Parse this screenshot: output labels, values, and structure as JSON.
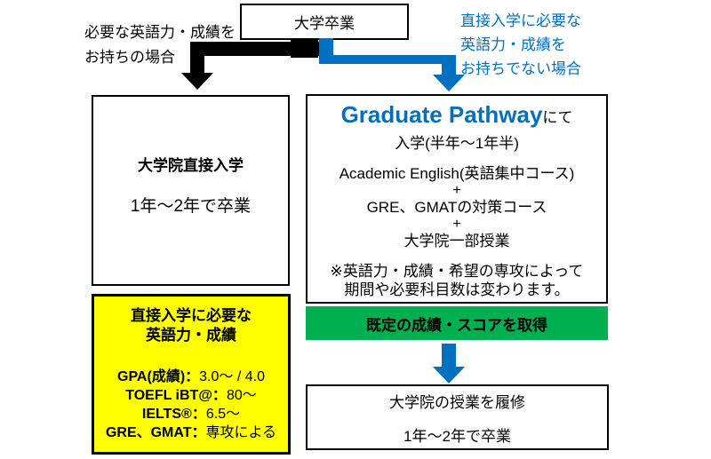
{
  "colors": {
    "accent_blue": "#0070C0",
    "status_green": "#00B050",
    "highlight_yellow": "#FFFF00",
    "connector_black": "#000000"
  },
  "top_box": {
    "label": "大学卒業"
  },
  "left_branch_label": {
    "line1": "必要な英語力・成績を",
    "line2": "お持ちの場合"
  },
  "right_branch_label": {
    "line1": "直接入学に必要な",
    "line2": "英語力・成績を",
    "line3": "お持ちでない場合"
  },
  "direct_entry_box": {
    "title": "大学院直接入学",
    "duration": "1年〜2年で卒業"
  },
  "pathway_box": {
    "title_en": "Graduate Pathway",
    "title_suffix": "にて",
    "admission": "入学(半年〜1年半)",
    "course1": "Academic English(英語集中コース)",
    "plus1": "+",
    "course2": "GRE、GMATの対策コース",
    "plus2": "+",
    "course3": "大学院一部授業",
    "note1": "※英語力・成績・希望の専攻によって",
    "note2": "期間や必要科目数は変わります。"
  },
  "green_bar": {
    "label": "既定の成績・スコアを取得"
  },
  "requirements_box": {
    "title1": "直接入学に必要な",
    "title2": "英語力・成績",
    "items": [
      {
        "label": "GPA(成績)：",
        "value": "3.0〜 / 4.0"
      },
      {
        "label": "TOEFL iBT@：",
        "value": "80〜"
      },
      {
        "label": "IELTS®：",
        "value": "6.5〜"
      },
      {
        "label": "GRE、GMAT：",
        "value": "専攻による"
      }
    ]
  },
  "final_box": {
    "line1": "大学院の授業を履修",
    "line2": "1年〜2年で卒業"
  }
}
